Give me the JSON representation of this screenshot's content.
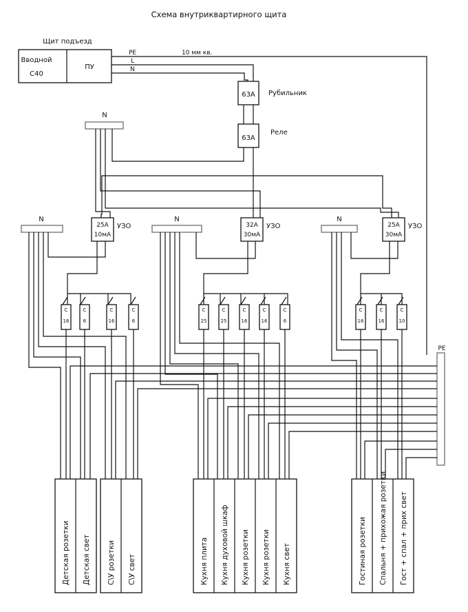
{
  "title": "Схема внутриквартирного щита",
  "entrance": {
    "caption": "Щит подъезд",
    "input_label": "Вводной",
    "input_rating": "C40",
    "meter_label": "ПУ"
  },
  "incoming": {
    "pe": "PE",
    "l": "L",
    "n": "N",
    "cable": "10 мм кв."
  },
  "switch": {
    "rating": "63A",
    "label": "Рубильник"
  },
  "relay": {
    "rating": "63A",
    "label": "Реле"
  },
  "n_label": "N",
  "pe_label": "PE",
  "rcds": [
    {
      "line1": "25A",
      "line2": "10мА",
      "label": "УЗО"
    },
    {
      "line1": "32A",
      "line2": "30мА",
      "label": "УЗО"
    },
    {
      "line1": "25A",
      "line2": "30мА",
      "label": "УЗО"
    }
  ],
  "breakers": [
    {
      "type": "C",
      "rating": "16"
    },
    {
      "type": "C",
      "rating": "6"
    },
    {
      "type": "C",
      "rating": "16"
    },
    {
      "type": "C",
      "rating": "6"
    },
    {
      "type": "C",
      "rating": "25"
    },
    {
      "type": "C",
      "rating": "25"
    },
    {
      "type": "C",
      "rating": "16"
    },
    {
      "type": "C",
      "rating": "16"
    },
    {
      "type": "C",
      "rating": "6"
    },
    {
      "type": "C",
      "rating": "16"
    },
    {
      "type": "C",
      "rating": "16"
    },
    {
      "type": "C",
      "rating": "10"
    }
  ],
  "loads": [
    "Детская розетки",
    "Детская свет",
    "С\\У розетки",
    "С\\У свет",
    "Кухня плита",
    "Кухня духовой шкаф",
    "Кухня розетки",
    "Кухня розетки",
    "Кухня свет",
    "Гостиная розетки",
    "Спальня + прихожая розетки",
    "Гост + спал + прих свет"
  ]
}
